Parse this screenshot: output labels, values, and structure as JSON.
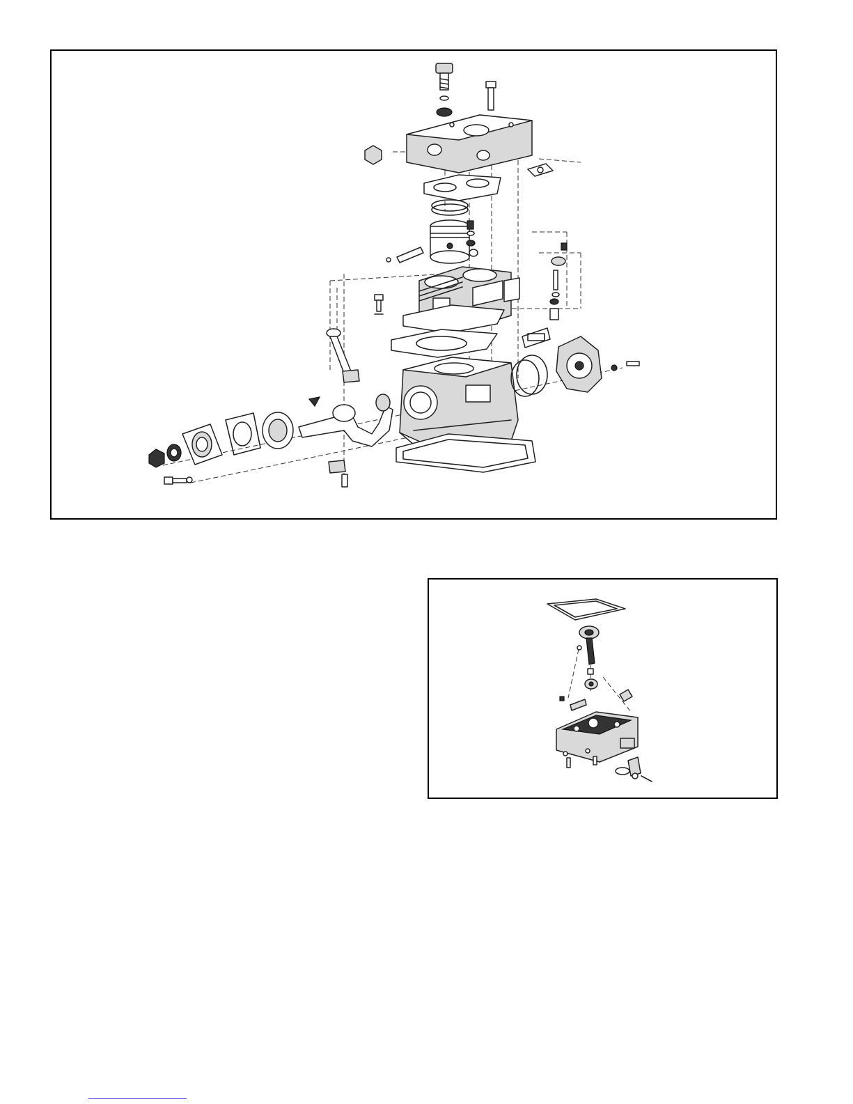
{
  "figures": [
    {
      "id": "main",
      "subject": "exploded-view-compressor-assembly"
    },
    {
      "id": "inset",
      "subject": "exploded-view-cylinder-head-subassembly"
    }
  ],
  "colors": {
    "ink": "#222222",
    "shade": "#d9d9d9",
    "frame": "#000000",
    "rule": "#3a3ae0"
  }
}
